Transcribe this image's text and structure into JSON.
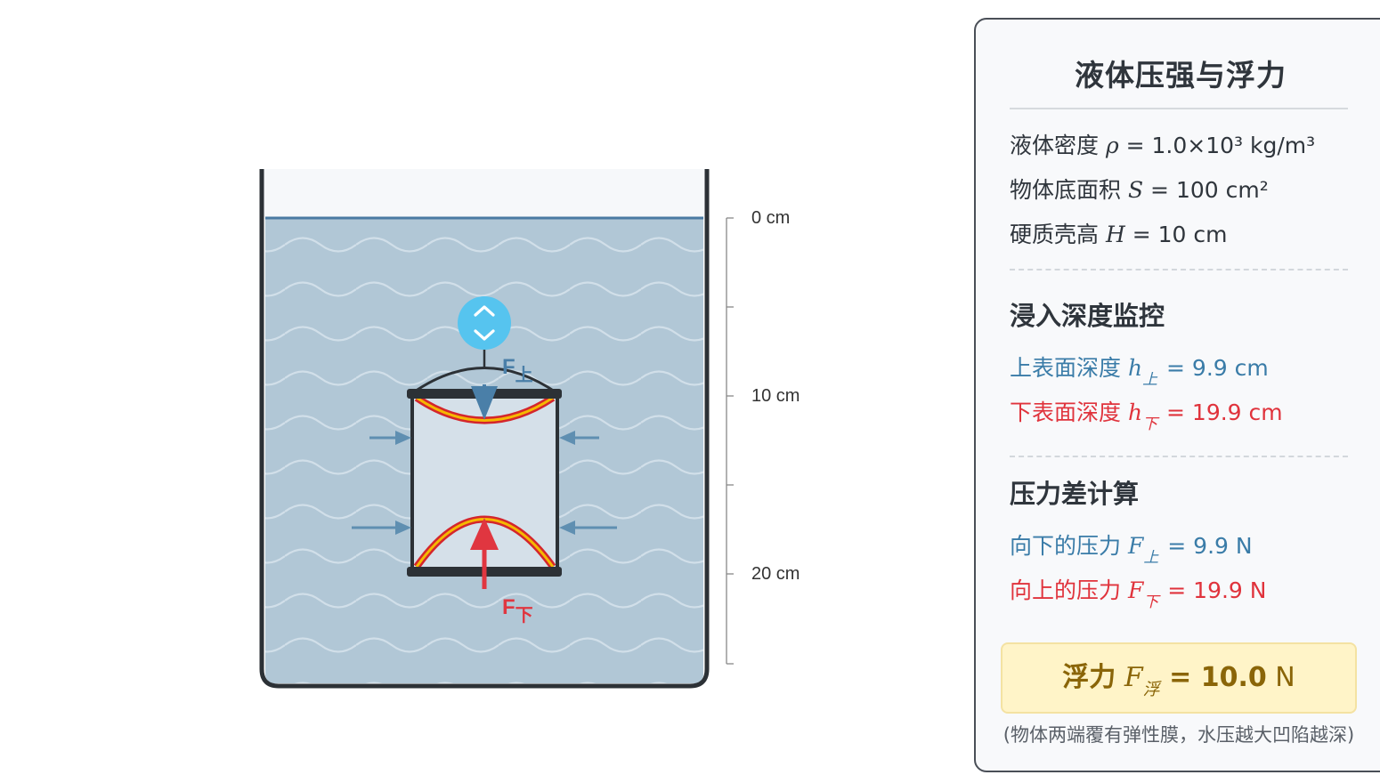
{
  "container": {
    "depth_scale_labels": [
      "0 cm",
      "10 cm",
      "20 cm"
    ]
  },
  "object": {
    "top_force_label": "F",
    "top_force_subscript": "上",
    "bottom_force_label": "F",
    "bottom_force_subscript": "下",
    "handle_icon": "up-down-drag-icon",
    "top_depth_cm": 9.9,
    "bottom_depth_cm": 19.9
  },
  "colors": {
    "water": "#b1c7d6",
    "force_top": "#4a7fa8",
    "force_bottom": "#e03640",
    "handle": "#56c4ef",
    "result_bg": "#fff4c8"
  },
  "panel": {
    "title": "液体压强与浮力",
    "params": {
      "density_label": "液体密度",
      "density_symbol": "ρ",
      "density_value": " = 1.0×10³ kg/m³",
      "area_label": "物体底面积",
      "area_symbol": "S",
      "area_value": " = 100 cm²",
      "height_label": "硬质壳高",
      "height_symbol": "H",
      "height_value": " = 10 cm"
    },
    "depth_section": {
      "title": "浸入深度监控",
      "top_label": "上表面深度",
      "top_symbol": "h",
      "top_sub": "上",
      "top_value": " = 9.9 cm",
      "bottom_label": "下表面深度",
      "bottom_symbol": "h",
      "bottom_sub": "下",
      "bottom_value": " = 19.9 cm"
    },
    "pressure_section": {
      "title": "压力差计算",
      "down_label": "向下的压力",
      "down_symbol": "F",
      "down_sub": "上",
      "down_value": " = 9.9 N",
      "up_label": "向上的压力",
      "up_symbol": "F",
      "up_sub": "下",
      "up_value": " = 19.9 N"
    },
    "result": {
      "label": "浮力",
      "symbol": "F",
      "sub": "浮",
      "value": " = 10.0",
      "unit": " N"
    },
    "note": "(物体两端覆有弹性膜，水压越大凹陷越深)"
  }
}
